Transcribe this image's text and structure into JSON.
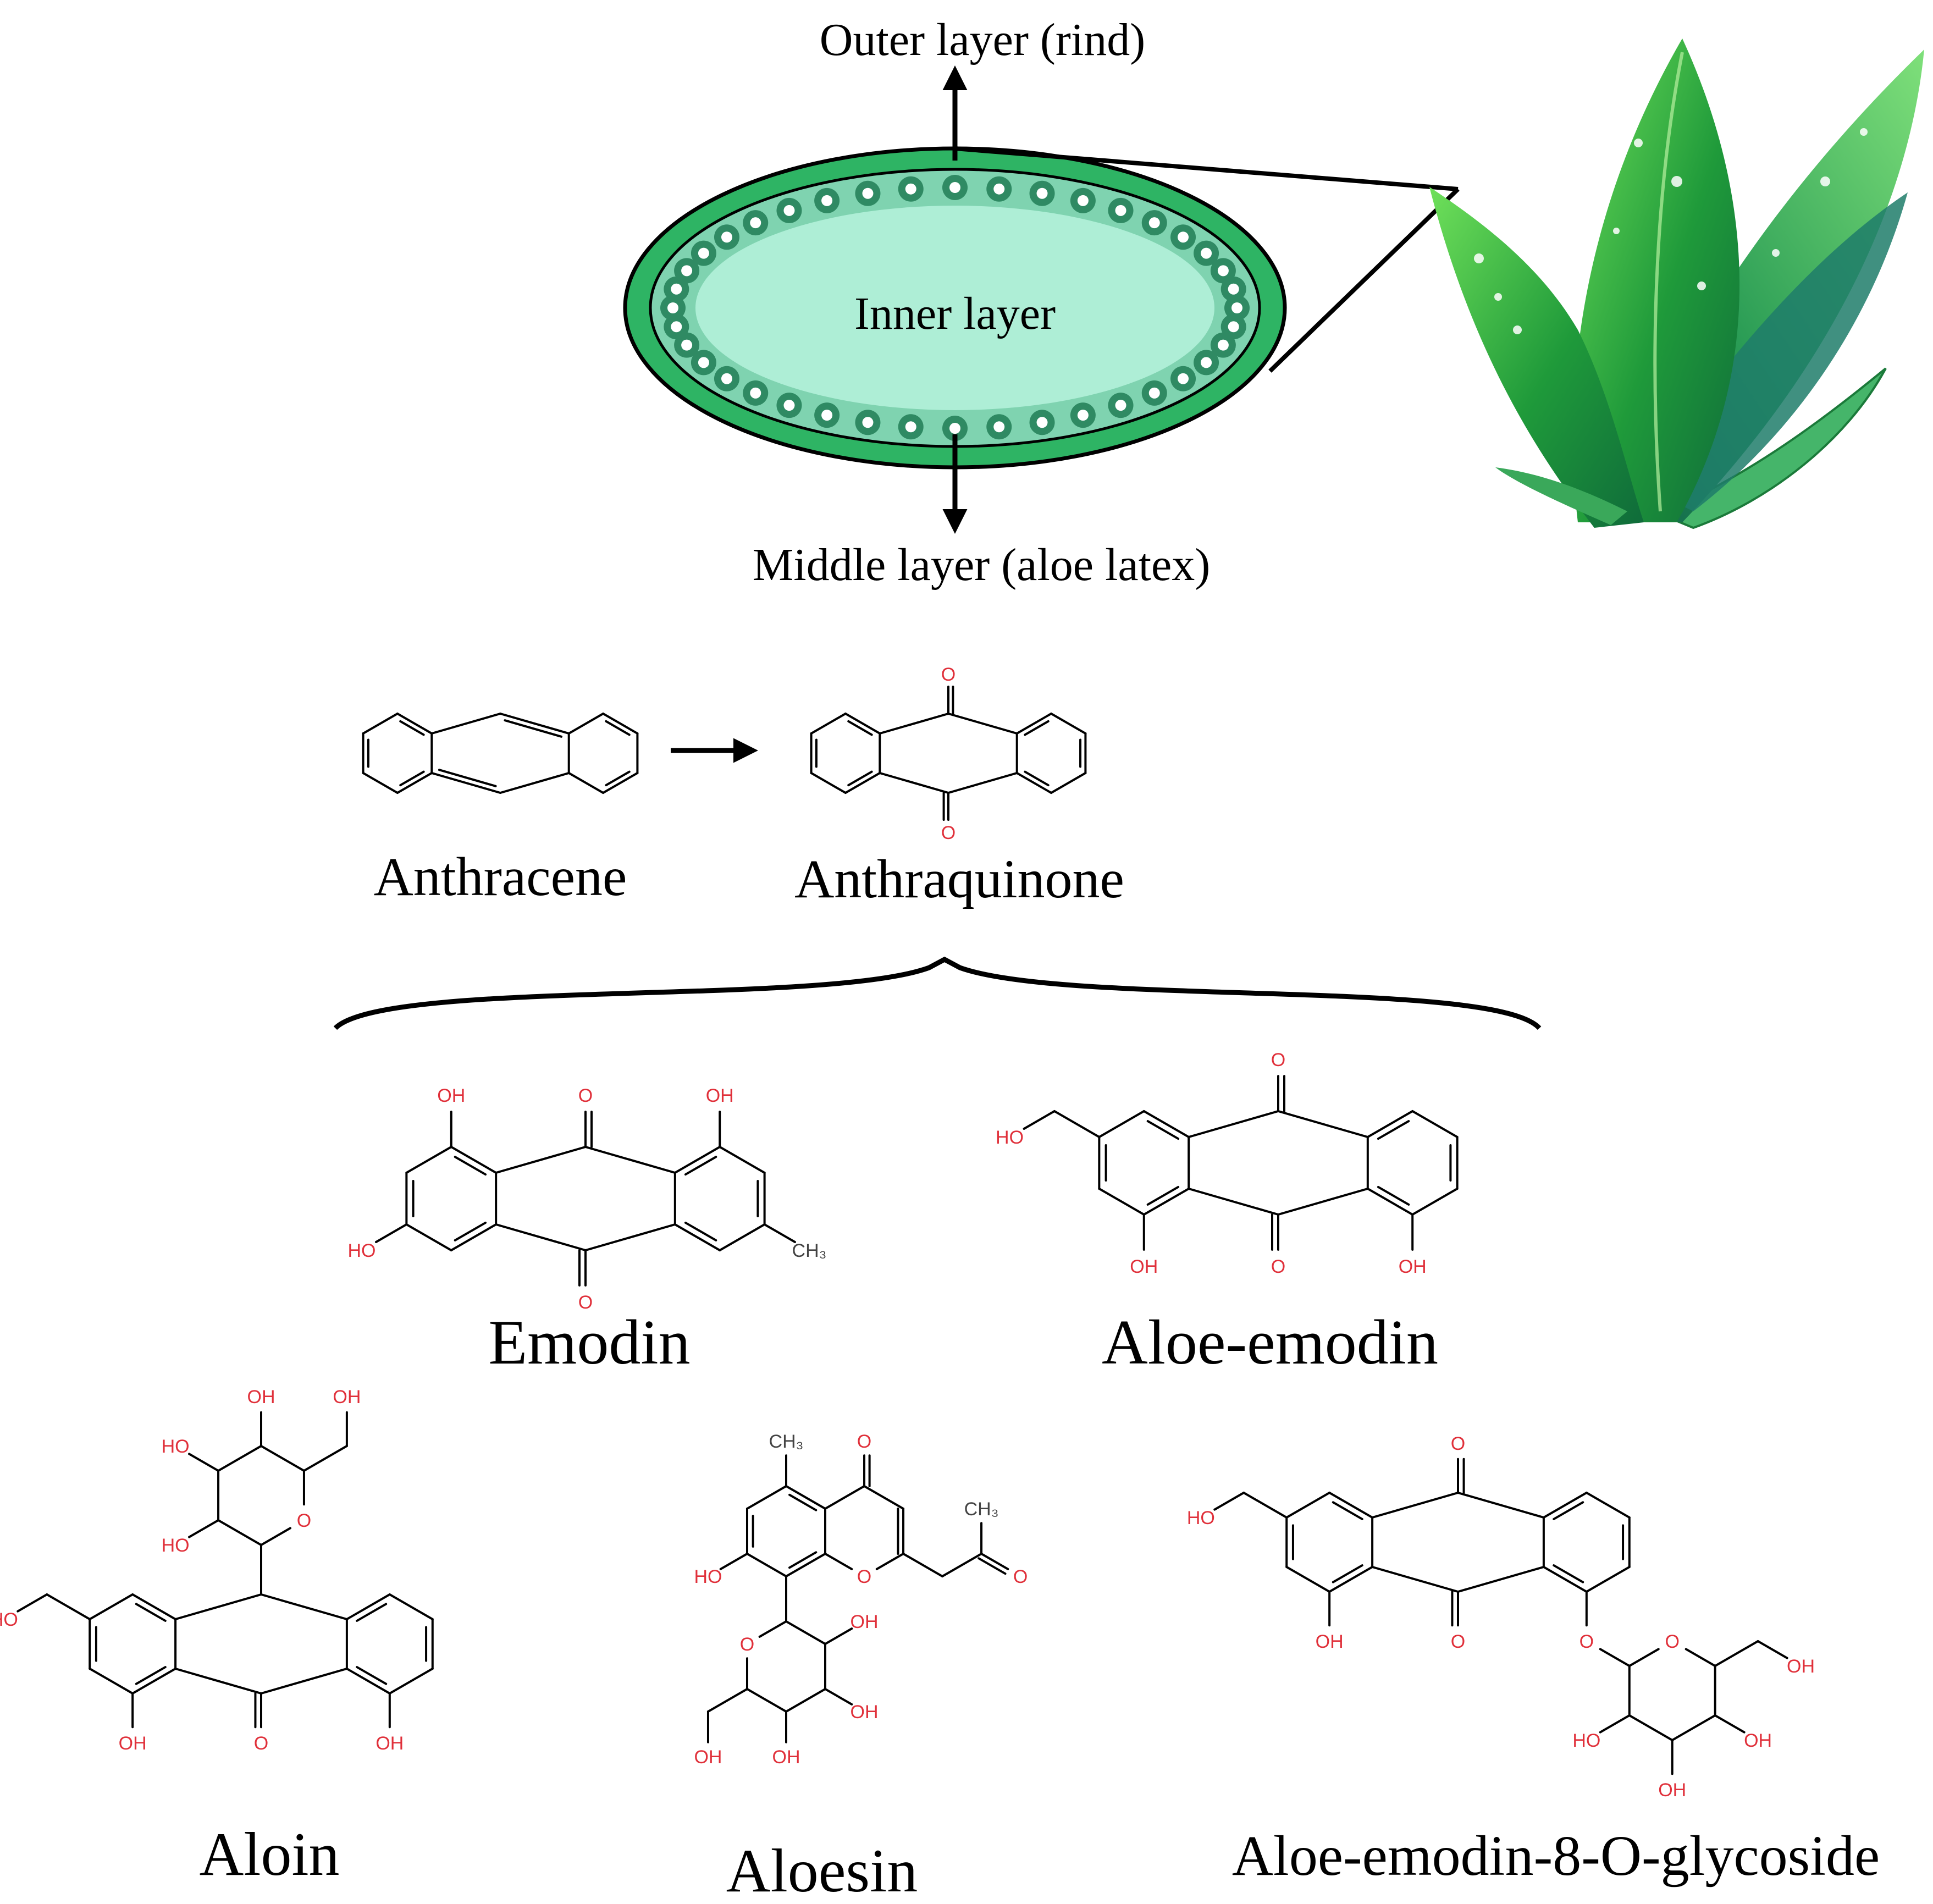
{
  "leaf": {
    "outer_label": "Outer layer (rind)",
    "inner_label": "Inner layer",
    "middle_label": "Middle layer (aloe latex)"
  },
  "reaction": {
    "reactant": "Anthracene",
    "product": "Anthraquinone"
  },
  "compounds": {
    "emodin": "Emodin",
    "aloe_emodin": "Aloe-emodin",
    "aloin": "Aloin",
    "aloesin": "Aloesin",
    "aloe_emodin_glycoside": "Aloe-emodin-8-O-glycoside"
  },
  "atoms": {
    "oxygen": "O",
    "hydroxyl_left": "HO",
    "hydroxyl_right": "OH",
    "methyl": "CH₃"
  },
  "colors": {
    "rind": "#2eb464",
    "latex_band": "#7fd3b0",
    "latex_dots": "#2f8a63",
    "gel": "#aeeed6",
    "heteroatom": "#e0303a"
  }
}
